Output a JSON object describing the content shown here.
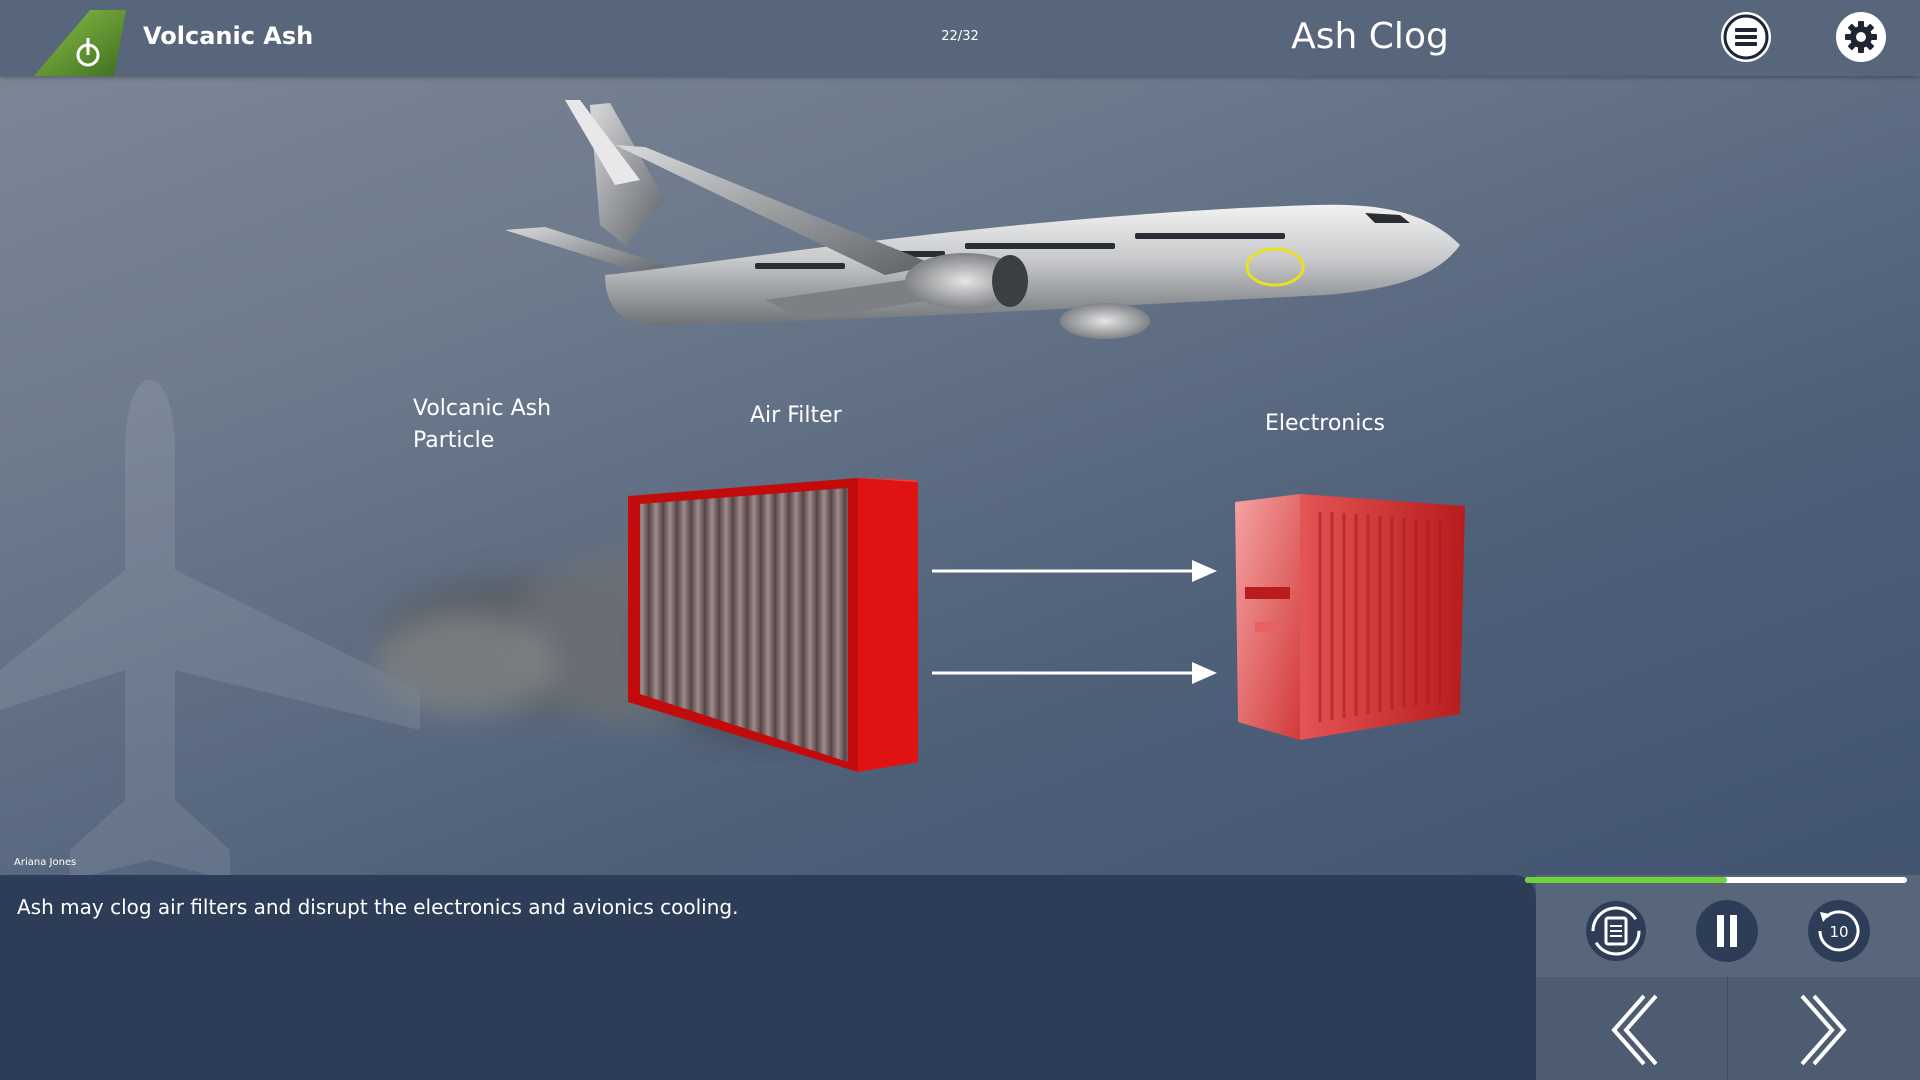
{
  "header": {
    "app_title": "Volcanic Ash",
    "page_counter": "22/32",
    "slide_title": "Ash Clog",
    "menu_icon": "hamburger-menu-icon",
    "settings_icon": "gear-icon"
  },
  "diagram": {
    "label_ash": "Volcanic Ash Particle",
    "label_filter": "Air Filter",
    "label_electronics": "Electronics"
  },
  "narrator": "Ariana Jones",
  "caption": "Ash may clog air filters and disrupt the electronics and avionics cooling.",
  "player": {
    "progress": 0.53,
    "replay_seconds": "10"
  },
  "colors": {
    "brand_green": "#6a9a2e",
    "progress_green": "#6fd23a",
    "filter_red": "#d40d0d",
    "highlight_yellow": "#e8e020",
    "caption_bg": "#2d3d58"
  }
}
